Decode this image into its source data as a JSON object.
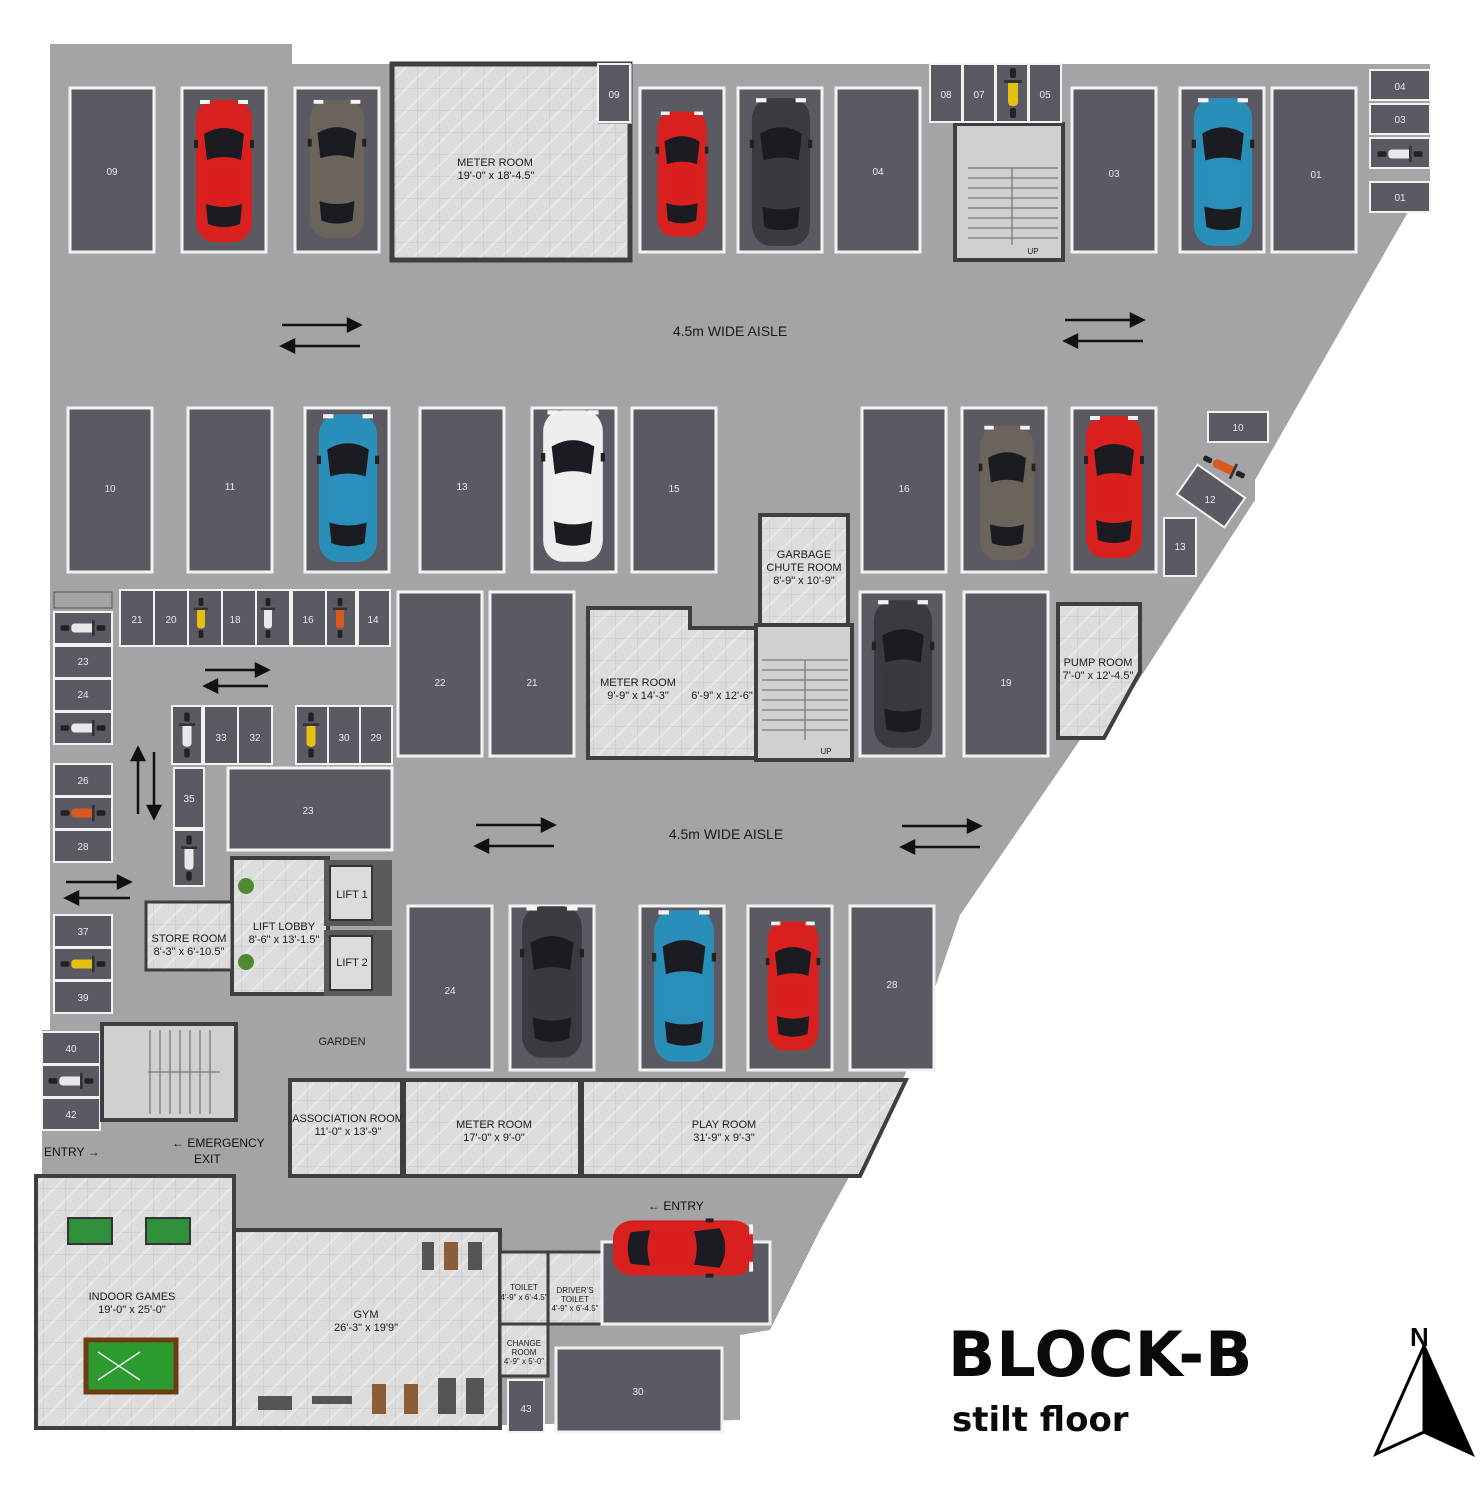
{
  "block_title": "BLOCK-B",
  "floor_label": "stilt floor",
  "north_label": "N",
  "colors": {
    "floor": "#a4a4a6",
    "slot": "#5b5a63",
    "room_tile": "#d9d9d9",
    "wall": "#3f3f3f",
    "car_red": "#d8201f",
    "car_blue": "#2a8fb8",
    "car_black": "#3a3b40",
    "car_grey": "#6a645c",
    "car_white": "#eeeeee"
  },
  "aisles": [
    "4.5m WIDE AISLE",
    "4.5m WIDE AISLE"
  ],
  "entries": [
    "ENTRY →",
    "← ENTRY"
  ],
  "emergency_exit": [
    "← EMERGENCY",
    "EXIT"
  ],
  "rooms": {
    "meter_room_top": [
      "METER ROOM",
      "19'-0\" x 18'-4.5\""
    ],
    "meter_room_mid": [
      "METER ROOM",
      "9'-9\" x 14'-3\""
    ],
    "meter_room_mid_b": "6'-9\" x 12'-6\"",
    "garbage_chute": [
      "GARBAGE",
      "CHUTE ROOM",
      "8'-9\" x 10'-9\""
    ],
    "pump_room": [
      "PUMP ROOM",
      "7'-0\" x 12'-4.5\""
    ],
    "lift_lobby": [
      "LIFT LOBBY",
      "8'-6\" x 13'-1.5\""
    ],
    "lift_1": "LIFT 1",
    "lift_2": "LIFT 2",
    "store_room": [
      "STORE ROOM",
      "8'-3\" x 6'-10.5\""
    ],
    "garden": "GARDEN",
    "association_room": [
      "ASSOCIATION ROOM",
      "11'-0\" x 13'-9\""
    ],
    "meter_room_low": [
      "METER ROOM",
      "17'-0\" x 9'-0\""
    ],
    "play_room": [
      "PLAY ROOM",
      "31'-9\" x 9'-3\""
    ],
    "indoor_games": [
      "INDOOR GAMES",
      "19'-0\" x 25'-0\""
    ],
    "gym": [
      "GYM",
      "26'-3\" x 19'9\""
    ],
    "toilet": [
      "TOILET",
      "4'-9\" x 6'-4.5\""
    ],
    "drivers_toilet": [
      "DRIVER'S",
      "TOILET",
      "4'-9\" x 6'-4.5\""
    ],
    "change_room": [
      "CHANGE",
      "ROOM",
      "4'-9\" x 5'-0\""
    ],
    "stair_up": "UP"
  },
  "car_slots": {
    "row1": [
      "09",
      "",
      "",
      "",
      "",
      "04",
      "03",
      "",
      "01"
    ],
    "row2": [
      "10",
      "11",
      "",
      "13",
      "",
      "15",
      "16",
      "",
      ""
    ],
    "row3": [
      "22",
      "21",
      "",
      "19"
    ],
    "row4": [
      "24",
      "",
      "",
      "",
      "28"
    ],
    "misc": [
      "23",
      "30",
      "43"
    ]
  },
  "bike_slots": {
    "top_center": [
      "08",
      "07",
      "05"
    ],
    "top_right": [
      "04",
      "03",
      "01"
    ],
    "top_meter": "09",
    "right_edge": [
      "10",
      "12",
      "13"
    ],
    "strip_a": [
      "21",
      "20",
      "18",
      "16",
      "14"
    ],
    "strip_b": [
      "33",
      "32",
      "30",
      "29"
    ],
    "left_column": [
      "23",
      "24",
      "26",
      "28",
      "37",
      "39",
      "40",
      "42"
    ],
    "center_small": "35"
  }
}
